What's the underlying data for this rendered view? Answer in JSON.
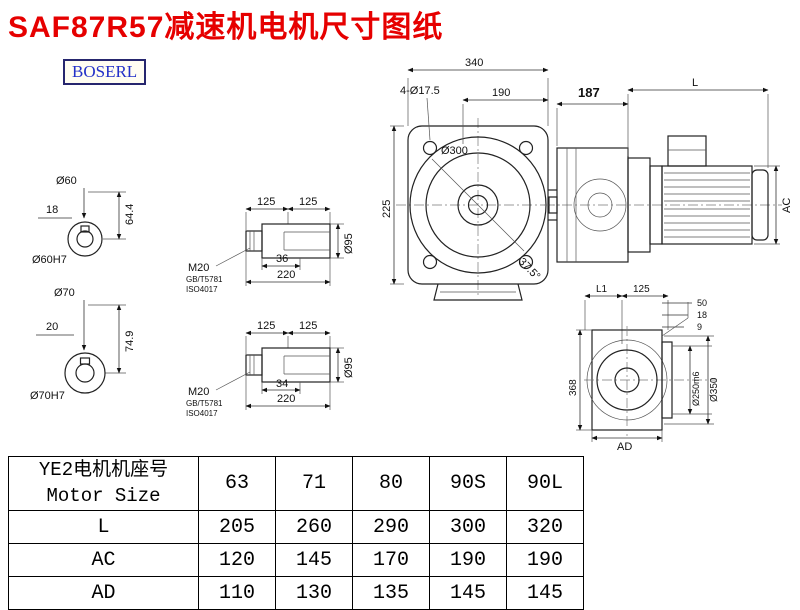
{
  "title": "SAF87R57减速机电机尺寸图纸",
  "logo": "BOSERL",
  "views": {
    "shaft60": {
      "dia": "Ø60",
      "key_w": "18",
      "key_h": "64.4",
      "bore": "Ø60H7"
    },
    "shaft70": {
      "dia": "Ø70",
      "key_w": "20",
      "key_h": "74.9",
      "bore": "Ø70H7"
    },
    "inshaft1": {
      "l1": "125",
      "l2": "125",
      "thread": "M20",
      "std1": "GB/T5781",
      "std2": "ISO4017",
      "key_len": "36",
      "total_len": "220",
      "dia": "Ø95"
    },
    "inshaft2": {
      "l1": "125",
      "l2": "125",
      "thread": "M20",
      "std1": "GB/T5781",
      "std2": "ISO4017",
      "key_len": "34",
      "total_len": "220",
      "dia": "Ø95"
    },
    "front": {
      "width": "340",
      "hole_span": "190",
      "holes": "4-Ø17.5",
      "dia": "Ø300",
      "height": "225",
      "angle": "37.5°"
    },
    "side": {
      "gear_len": "187",
      "motor_len": "L",
      "motor_dia": "AC"
    },
    "output": {
      "l1": "L1",
      "d125": "125",
      "d50": "50",
      "d18": "18",
      "d9": "9",
      "height": "368",
      "flange": "Ø250m6",
      "dia": "Ø350",
      "ad": "AD"
    }
  },
  "table": {
    "header_cn": "YE2电机机座号",
    "header_en": "Motor Size",
    "sizes": [
      "63",
      "71",
      "80",
      "90S",
      "90L"
    ],
    "rows": [
      {
        "label": "L",
        "values": [
          "205",
          "260",
          "290",
          "300",
          "320"
        ]
      },
      {
        "label": "AC",
        "values": [
          "120",
          "145",
          "170",
          "190",
          "190"
        ]
      },
      {
        "label": "AD",
        "values": [
          "110",
          "130",
          "135",
          "145",
          "145"
        ]
      }
    ]
  }
}
